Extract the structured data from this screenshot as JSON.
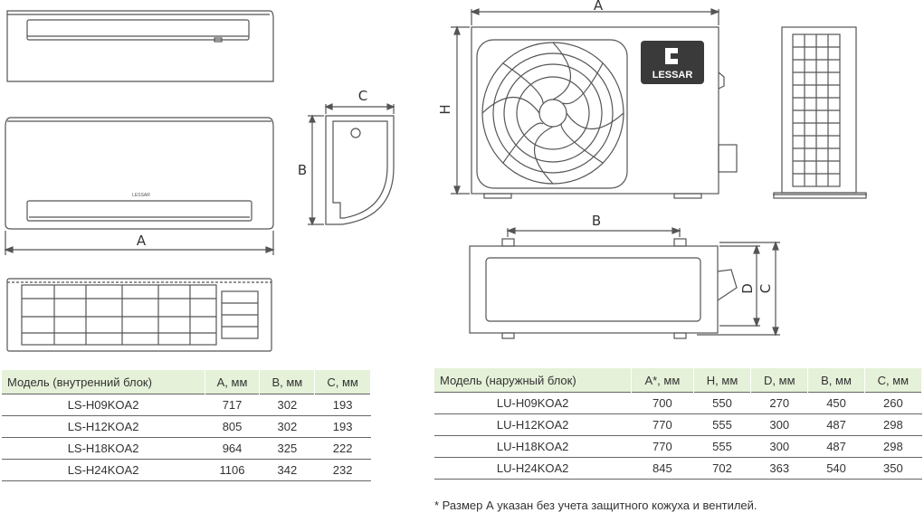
{
  "dimension_labels": {
    "indoor_front_width": "A",
    "indoor_side_depth": "C",
    "indoor_side_height": "B",
    "outdoor_width": "A",
    "outdoor_height": "H",
    "outdoor_mount_distance": "B",
    "outdoor_depth_inner": "D",
    "outdoor_depth_outer": "C"
  },
  "logo": {
    "text": "LESSAR",
    "bg_color": "#3a3a3a"
  },
  "indoor_brand_text": "LESSAR",
  "indoor_table": {
    "headers": [
      "Модель (внутренний блок)",
      "A, мм",
      "B, мм",
      "C, мм"
    ],
    "rows": [
      [
        "LS-H09KOA2",
        "717",
        "302",
        "193"
      ],
      [
        "LS-H12KOA2",
        "805",
        "302",
        "193"
      ],
      [
        "LS-H18KOA2",
        "964",
        "325",
        "222"
      ],
      [
        "LS-H24KOA2",
        "1106",
        "342",
        "232"
      ]
    ]
  },
  "outdoor_table": {
    "headers": [
      "Модель (наружный блок)",
      "A*, мм",
      "H, мм",
      "D, мм",
      "B, мм",
      "C, мм"
    ],
    "rows": [
      [
        "LU-H09KOA2",
        "700",
        "550",
        "270",
        "450",
        "260"
      ],
      [
        "LU-H12KOA2",
        "770",
        "555",
        "300",
        "487",
        "298"
      ],
      [
        "LU-H18KOA2",
        "770",
        "555",
        "300",
        "487",
        "298"
      ],
      [
        "LU-H24KOA2",
        "845",
        "702",
        "363",
        "540",
        "350"
      ]
    ]
  },
  "footnote": "* Размер А указан без учета защитного кожуха и вентилей.",
  "colors": {
    "header_bg": "#e5f1d8",
    "line": "#555555"
  }
}
